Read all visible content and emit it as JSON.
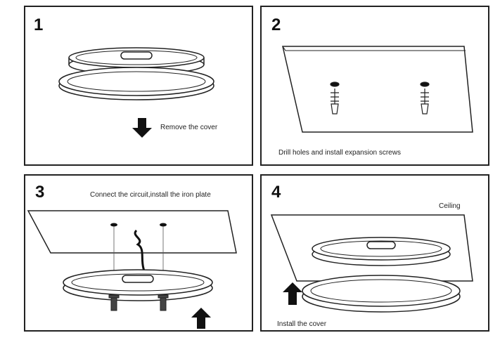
{
  "steps": [
    {
      "number": "1",
      "caption": "Remove the cover"
    },
    {
      "number": "2",
      "caption": "Drill holes and install expansion screws"
    },
    {
      "number": "3",
      "caption": "Connect the circuit,install the iron plate"
    },
    {
      "number": "4",
      "caption": "Install the cover",
      "label": "Ceiling"
    }
  ],
  "colors": {
    "line": "#222222",
    "fill": "#ffffff",
    "arrow": "#111111"
  }
}
